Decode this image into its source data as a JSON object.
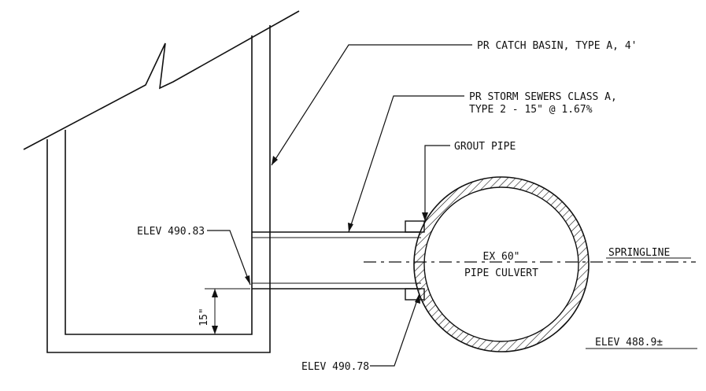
{
  "labels": {
    "catch_basin": "PR CATCH BASIN, TYPE A, 4'",
    "storm_sewer_line1": "PR STORM SEWERS CLASS A,",
    "storm_sewer_line2": "TYPE 2 - 15\" @ 1.67%",
    "grout_pipe": "GROUT PIPE",
    "elev_top": "ELEV 490.83",
    "elev_bottom": "ELEV 490.78",
    "dim_15": "15\"",
    "culvert_line1": "EX 60\"",
    "culvert_line2": "PIPE CULVERT",
    "springline": "SPRINGLINE",
    "elev_culvert": "ELEV 488.9±"
  },
  "colors": {
    "ink": "#111111",
    "paper": "#ffffff"
  }
}
